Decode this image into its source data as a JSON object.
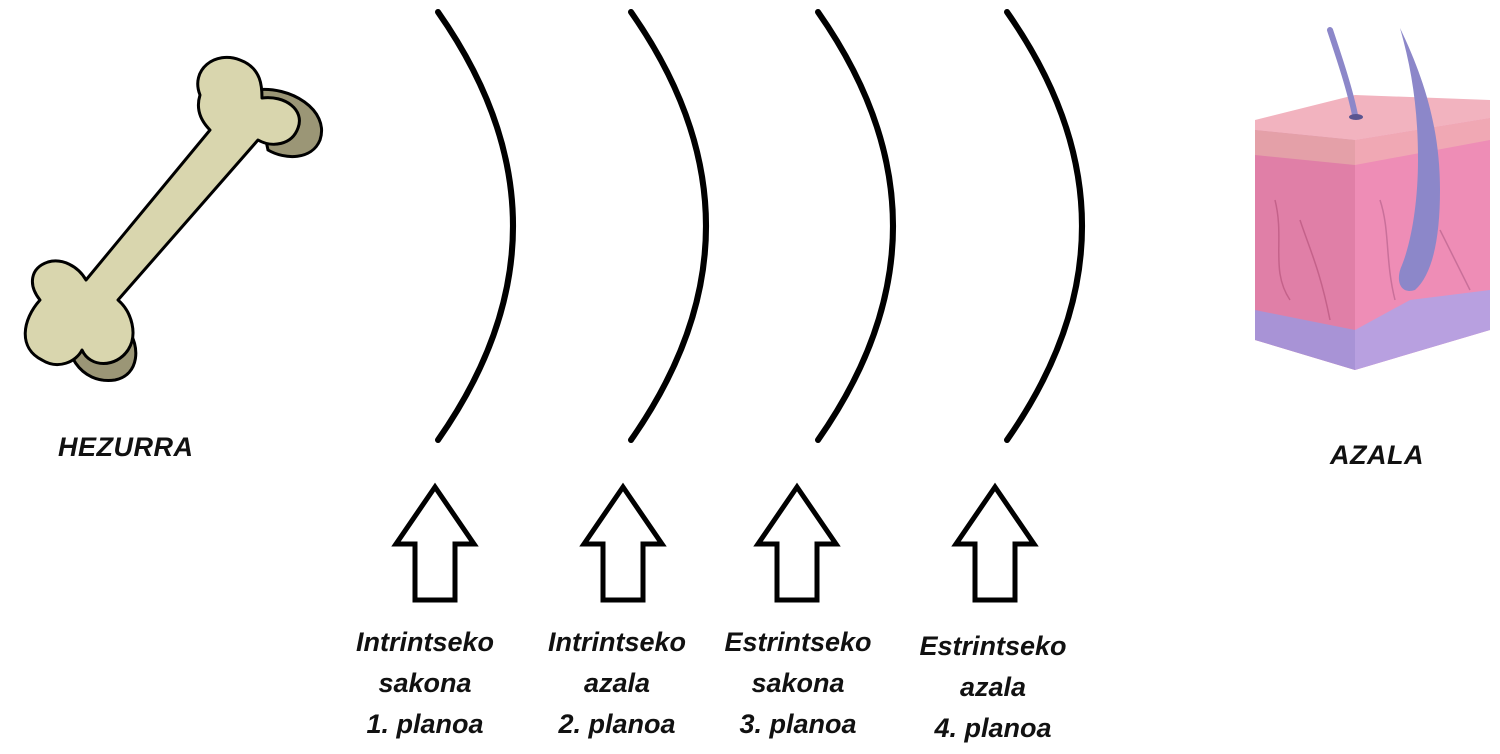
{
  "labels": {
    "left": "HEZURRA",
    "right": "AZALA"
  },
  "planes": [
    {
      "line1": "Intrintseko",
      "line2": "sakona",
      "line3": "1. planoa"
    },
    {
      "line1": "Intrintseko",
      "line2": "azala",
      "line3": "2. planoa"
    },
    {
      "line1": "Estrintseko",
      "line2": "sakona",
      "line3": "3. planoa"
    },
    {
      "line1": "Estrintseko",
      "line2": "azala",
      "line3": "4. planoa"
    }
  ],
  "colors": {
    "bone_fill": "#d9d6ae",
    "bone_shadow": "#9b9676",
    "skin_top": "#f2b3bf",
    "skin_side": "#e07fa7",
    "skin_front": "#ee8db6",
    "skin_base": "#b8a0e0",
    "hair": "#8c87c9",
    "stroke": "#000000"
  },
  "icons": [
    "bone-icon",
    "skin-icon",
    "arrow-up-icon"
  ]
}
